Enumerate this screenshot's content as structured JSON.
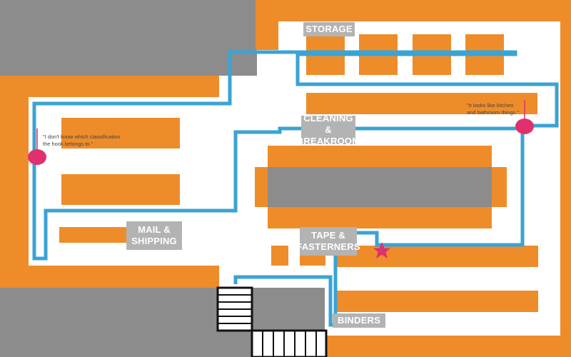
{
  "map": {
    "areas": [
      {
        "id": "storage",
        "line1": "STORAGE",
        "line2": ""
      },
      {
        "id": "cleaning",
        "line1": "CLEANING &",
        "line2": "BREAKROOM"
      },
      {
        "id": "mail",
        "line1": "MAIL &",
        "line2": "SHIPPING"
      },
      {
        "id": "tape",
        "line1": "TAPE &",
        "line2": "FASTERNERS"
      },
      {
        "id": "binders",
        "line1": "BINDERS",
        "line2": ""
      }
    ],
    "notes": [
      {
        "id": "left",
        "line1": "\"I don't know which classification",
        "line2": "the hook belongs to.\""
      },
      {
        "id": "right",
        "line1": "\"It looks like kitchen",
        "line2": "and bathroom things.\""
      }
    ]
  },
  "colors": {
    "shelf": "#ef8c2a",
    "wall": "#8c8c8c",
    "path": "#3ba3d3",
    "marker": "#e0306e",
    "label_bg": "#b3b3b3"
  },
  "icons": {
    "start": "star-icon",
    "stops": "circle-marker-icon",
    "stairs": "stairs-icon"
  }
}
